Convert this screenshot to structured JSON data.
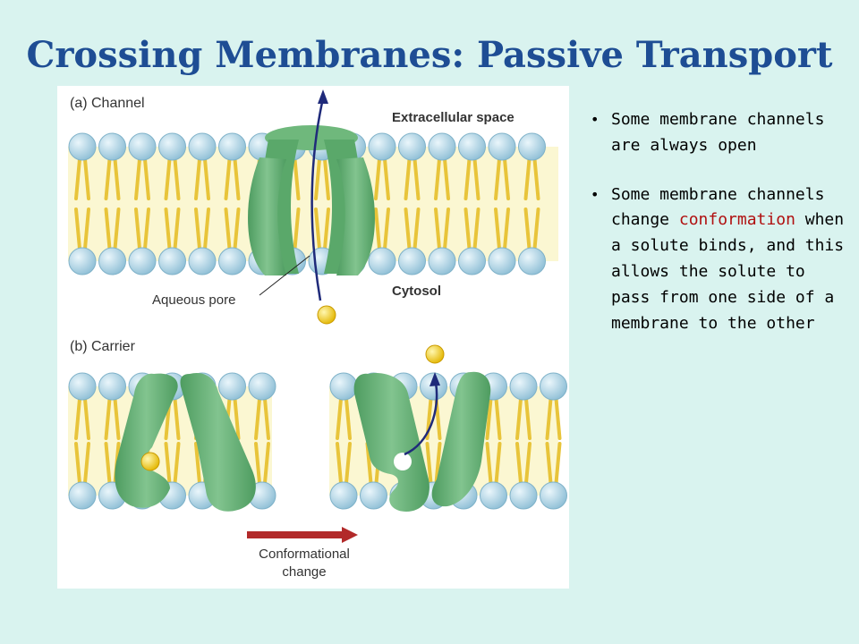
{
  "slide": {
    "title": "Crossing Membranes: Passive Transport"
  },
  "figure": {
    "panel_a_label": "(a) Channel",
    "extracellular_label": "Extracellular space",
    "cytosol_label": "Cytosol",
    "aqueous_pore_label": "Aqueous pore",
    "panel_b_label": "(b) Carrier",
    "conformational_line1": "Conformational",
    "conformational_line2": "change",
    "colors": {
      "lipid_head": "#a9d1e4",
      "lipid_tail": "#e8c43a",
      "membrane_core": "#fbf7d2",
      "protein": "#5fad6f",
      "arrow_blue": "#1f2a7a",
      "arrow_red": "#b22a2a",
      "solute": "#f2cf1a"
    }
  },
  "bullets": [
    {
      "text": "Some membrane channels are always open"
    },
    {
      "before": "Some membrane channels change ",
      "highlight": "conformation",
      "after": " when a solute binds, and this allows the solute to pass from one side of a membrane to the other"
    }
  ]
}
